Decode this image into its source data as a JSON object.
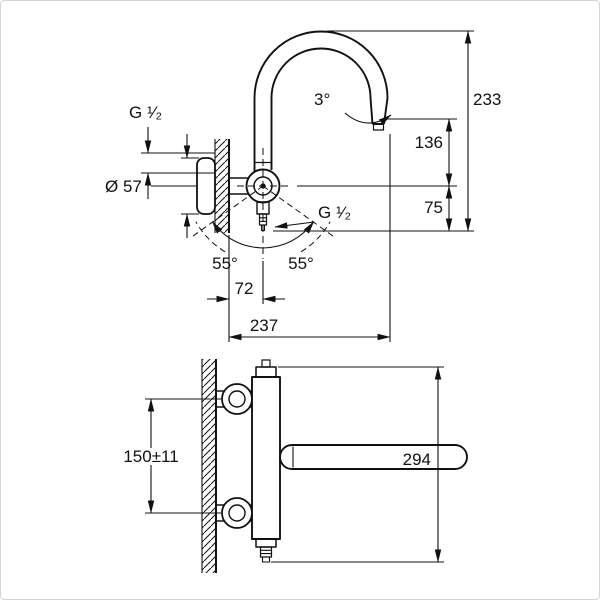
{
  "style": {
    "line_color": "#111111",
    "background": "#ffffff",
    "frame_border": "#d4d4d4"
  },
  "views": {
    "side": {
      "thread_supply": "G ¹⁄₂",
      "flange_diameter": "Ø 57",
      "spout_tilt": "3°",
      "height_total": "233",
      "height_outlet": "136",
      "height_lower": "75",
      "thread_outlet": "G ¹⁄₂",
      "swivel_left": "55°",
      "swivel_right": "55°",
      "offset_axis": "72",
      "projection": "237"
    },
    "plan": {
      "connection_distance": "150±11",
      "width_total": "294"
    }
  }
}
